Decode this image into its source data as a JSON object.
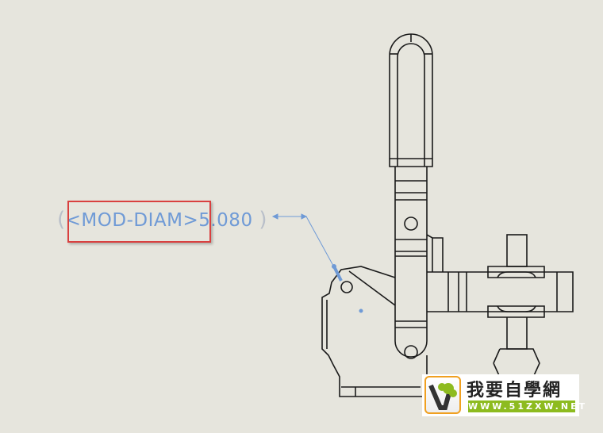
{
  "annotation": {
    "open_paren": "(",
    "prefix": "<MOD-DIAM>",
    "value": "5.080",
    "close_paren": ")"
  },
  "watermark": {
    "title": "我要自學網",
    "url": "WWW.51ZXW.NET"
  },
  "colors": {
    "background": "#e6e5dd",
    "annotation": "#6f9ad6",
    "highlight": "#d9403f",
    "lines": "#1a1a1a"
  }
}
